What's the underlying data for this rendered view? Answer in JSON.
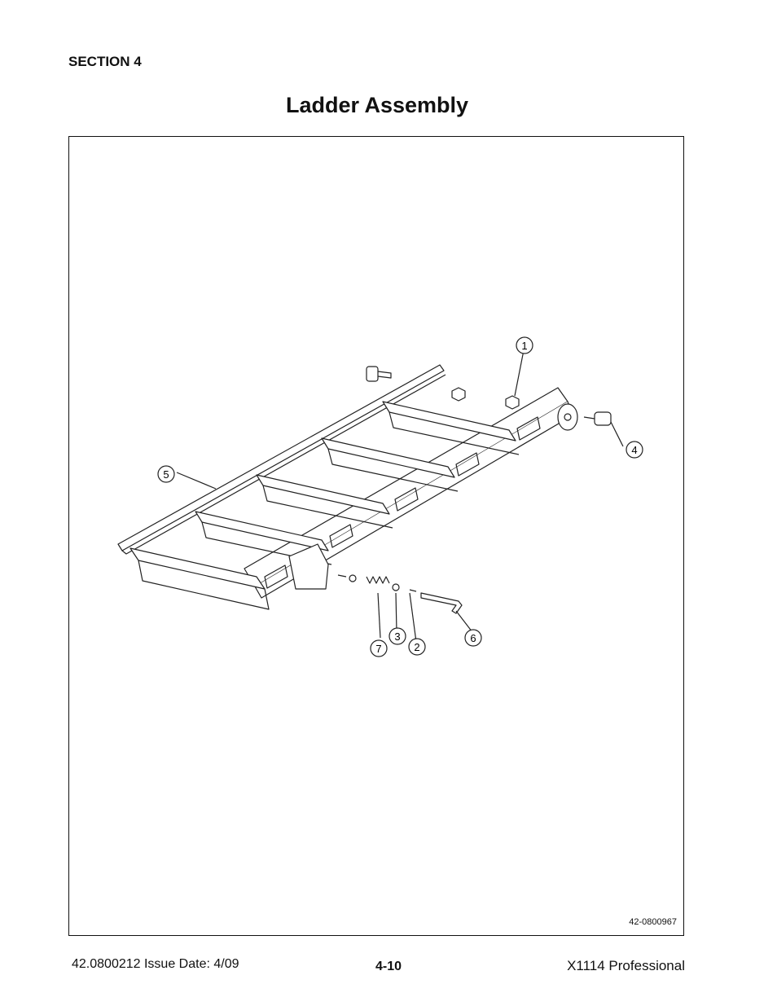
{
  "header": {
    "section": "SECTION 4",
    "title": "Ladder Assembly"
  },
  "figure": {
    "drawing_number": "42-0800967",
    "callouts": [
      "1",
      "4",
      "5",
      "7",
      "3",
      "2",
      "6"
    ]
  },
  "footer": {
    "doc_info": "42.0800212  Issue Date: 4/09",
    "page_number": "4-10",
    "product": "X1114 Professional"
  }
}
